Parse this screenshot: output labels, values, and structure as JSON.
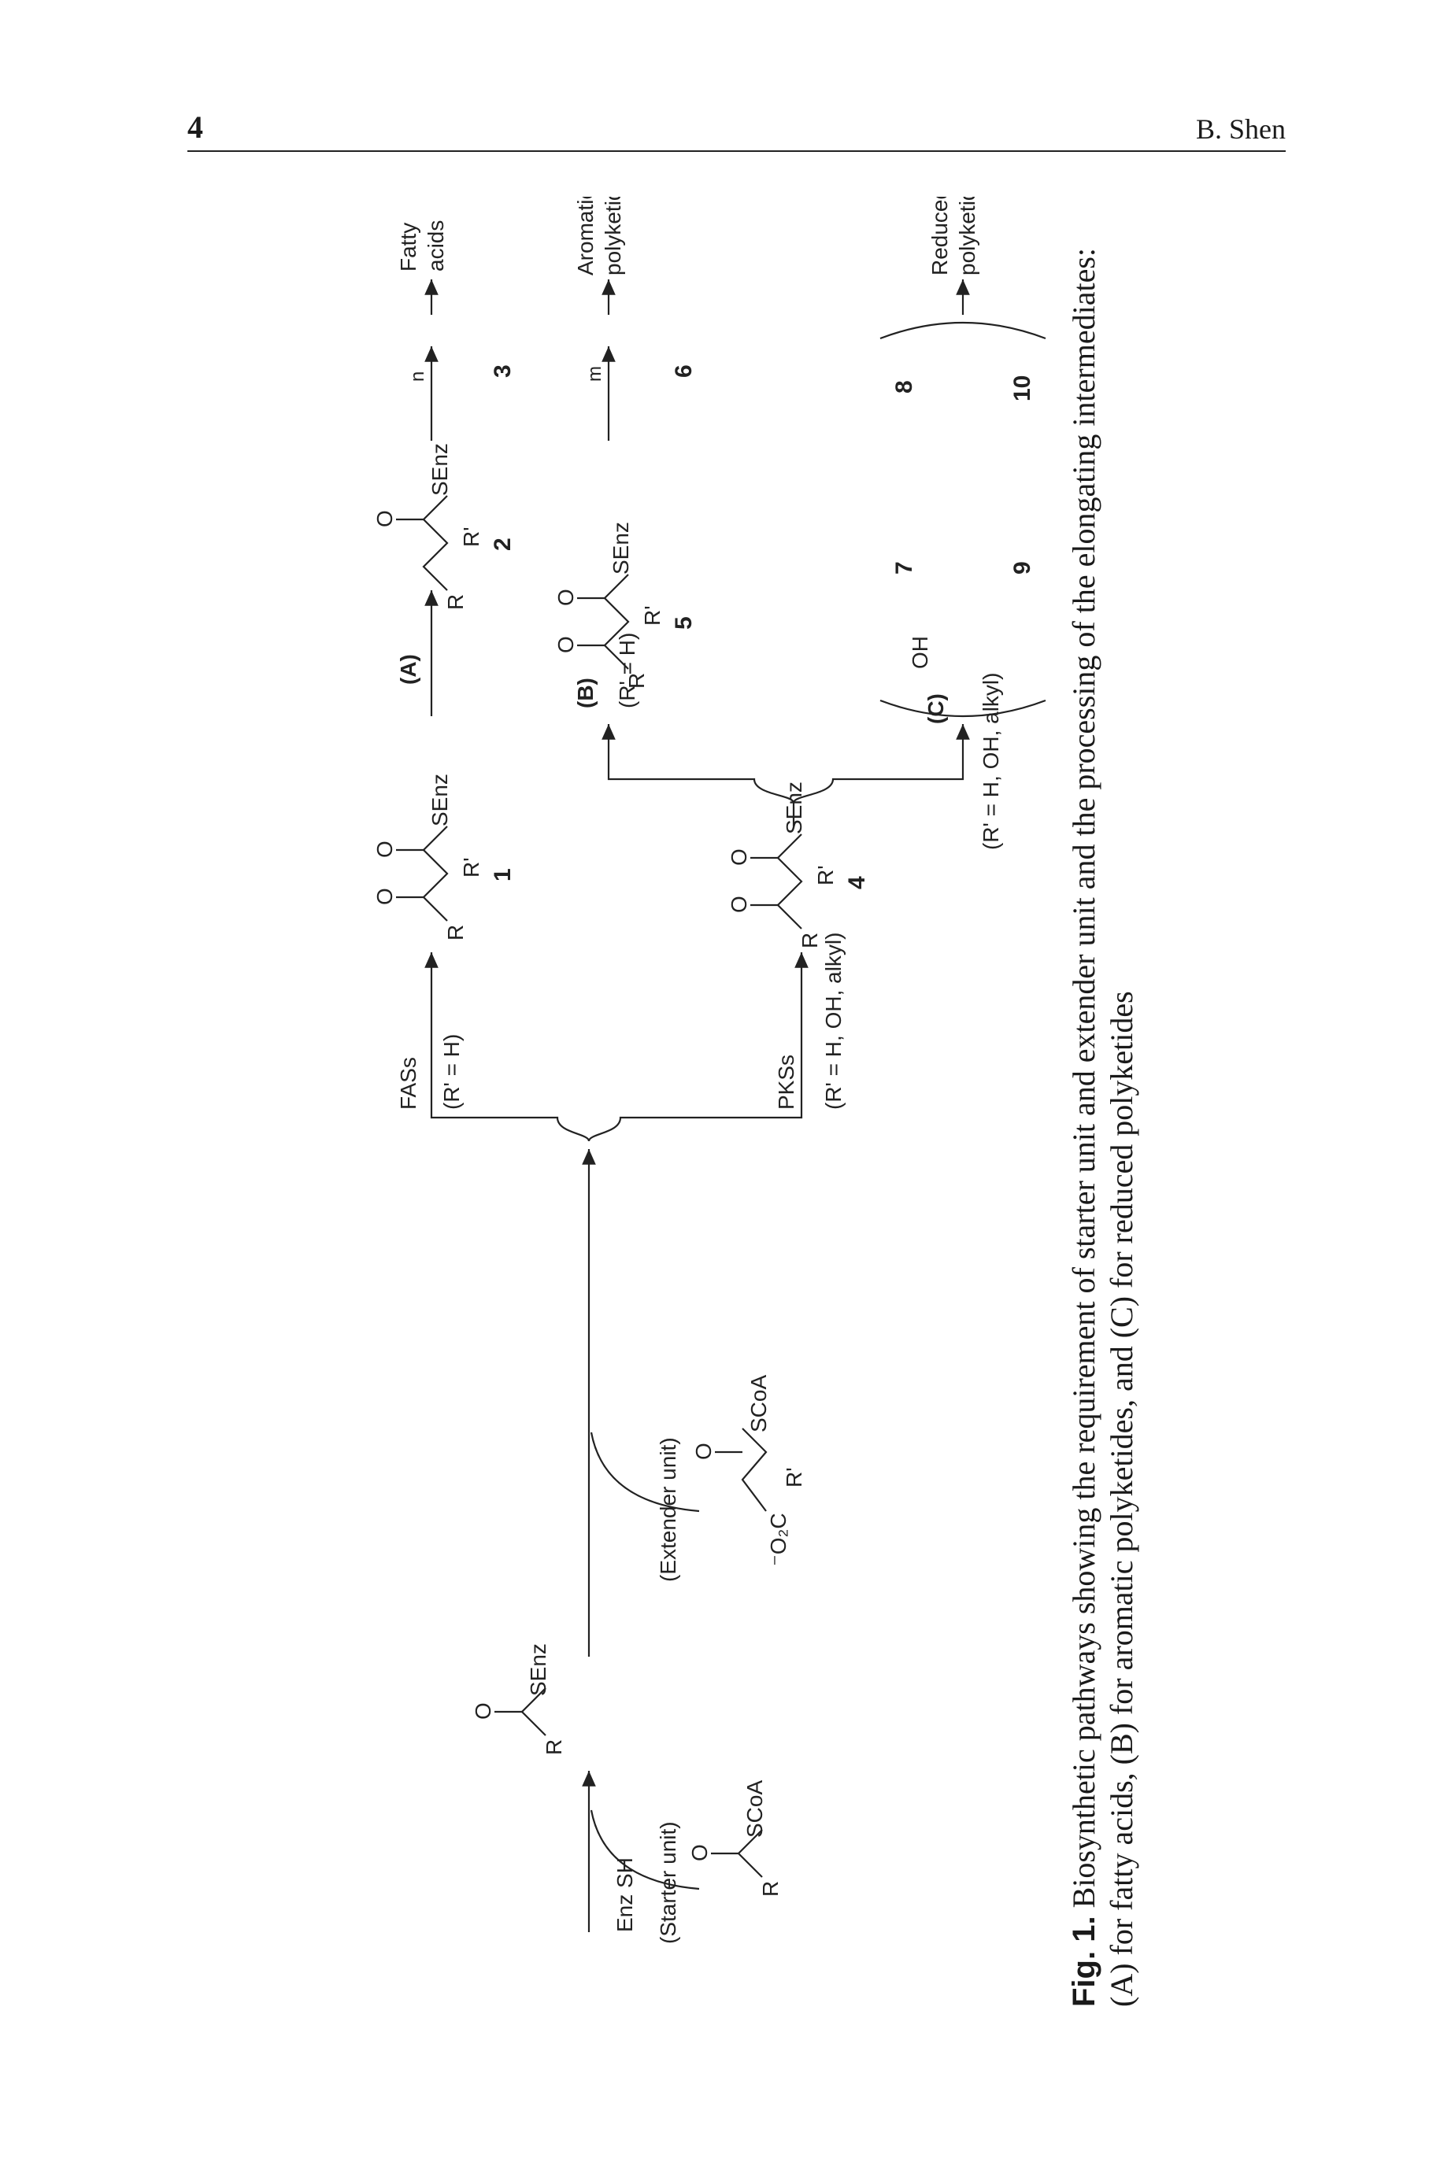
{
  "header": {
    "page_number": "4",
    "author": "B. Shen"
  },
  "scheme": {
    "enz_sh": "Enz SH",
    "starter_unit": "(Starter unit)",
    "extender_unit": "(Extender unit)",
    "scoa": "SCoA",
    "senz": "SEnz",
    "r": "R",
    "r_prime": "R'",
    "o": "O",
    "oh": "OH",
    "o2c": "⁻O₂C",
    "fass": "FASs",
    "fass_cond": "(R' = H)",
    "pkss": "PKSs",
    "pkss_cond": "(R' = H, OH, alkyl)",
    "path_a": "(A)",
    "path_b": "(B)",
    "path_b_cond": "(R' = H)",
    "path_c": "(C)",
    "path_c_cond": "(R' = H, OH, alkyl)",
    "sub_n": "n",
    "sub_m": "m",
    "compounds": [
      "1",
      "2",
      "3",
      "4",
      "5",
      "6",
      "7",
      "8",
      "9",
      "10"
    ],
    "product_fatty": [
      "Fatty",
      "acids"
    ],
    "product_aromatic": [
      "Aromatic",
      "polyketides"
    ],
    "product_reduced": [
      "Reduced",
      "polyketides"
    ]
  },
  "caption": {
    "label": "Fig. 1.",
    "text": "Biosynthetic pathways showing the requirement of starter unit and extender unit and the processing of the elongating intermediates: (A) for fatty acids, (B) for aromatic polyketides, and (C) for reduced polyketides"
  }
}
